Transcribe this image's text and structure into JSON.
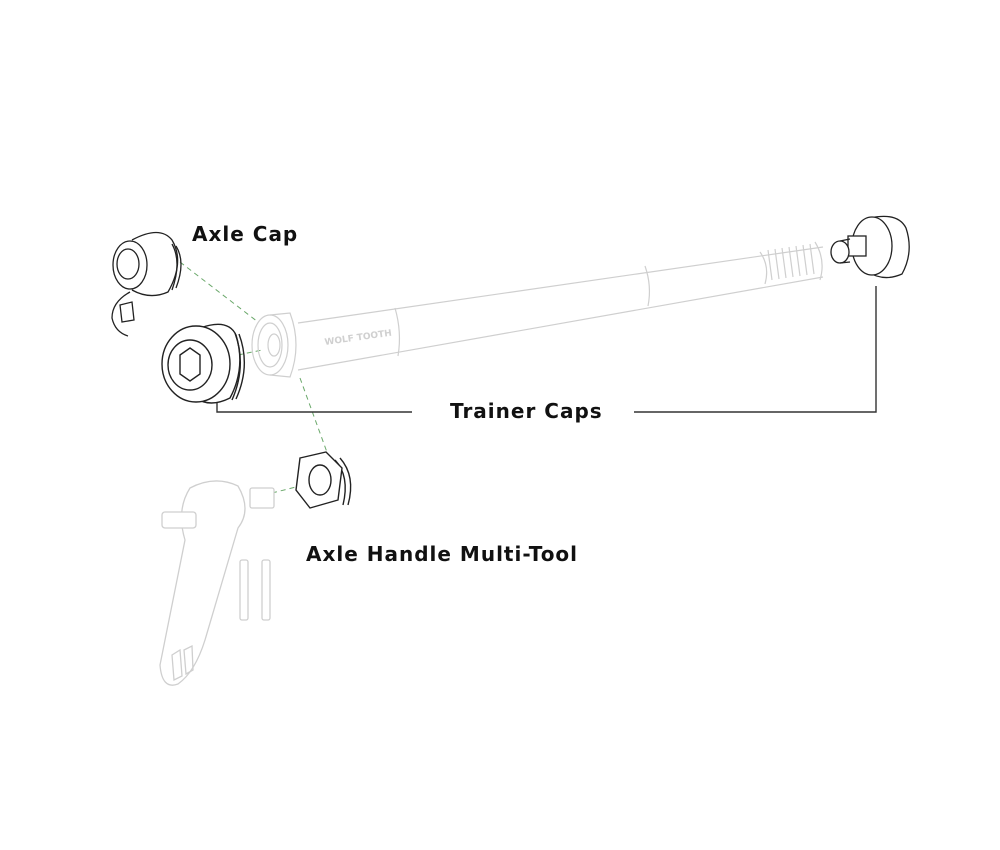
{
  "labels": {
    "axle_cap": "Axle Cap",
    "trainer_caps": "Trainer Caps",
    "axle_handle_multi_tool": "Axle Handle Multi-Tool",
    "axle_brand": "WOLF TOOTH"
  },
  "colors": {
    "background": "#ffffff",
    "part_line": "#222222",
    "ghost_line": "#cfcfcf",
    "guide_line": "#6aa86a",
    "label_text": "#111111"
  },
  "components": [
    {
      "name": "axle-cap",
      "style": "solid"
    },
    {
      "name": "trainer-cap-left",
      "style": "solid"
    },
    {
      "name": "trainer-cap-right",
      "style": "solid"
    },
    {
      "name": "thru-axle",
      "style": "ghost"
    },
    {
      "name": "axle-handle-multi-tool",
      "style": "ghost"
    },
    {
      "name": "hex-nut-adapter",
      "style": "solid"
    },
    {
      "name": "tool-bits",
      "style": "ghost"
    }
  ]
}
